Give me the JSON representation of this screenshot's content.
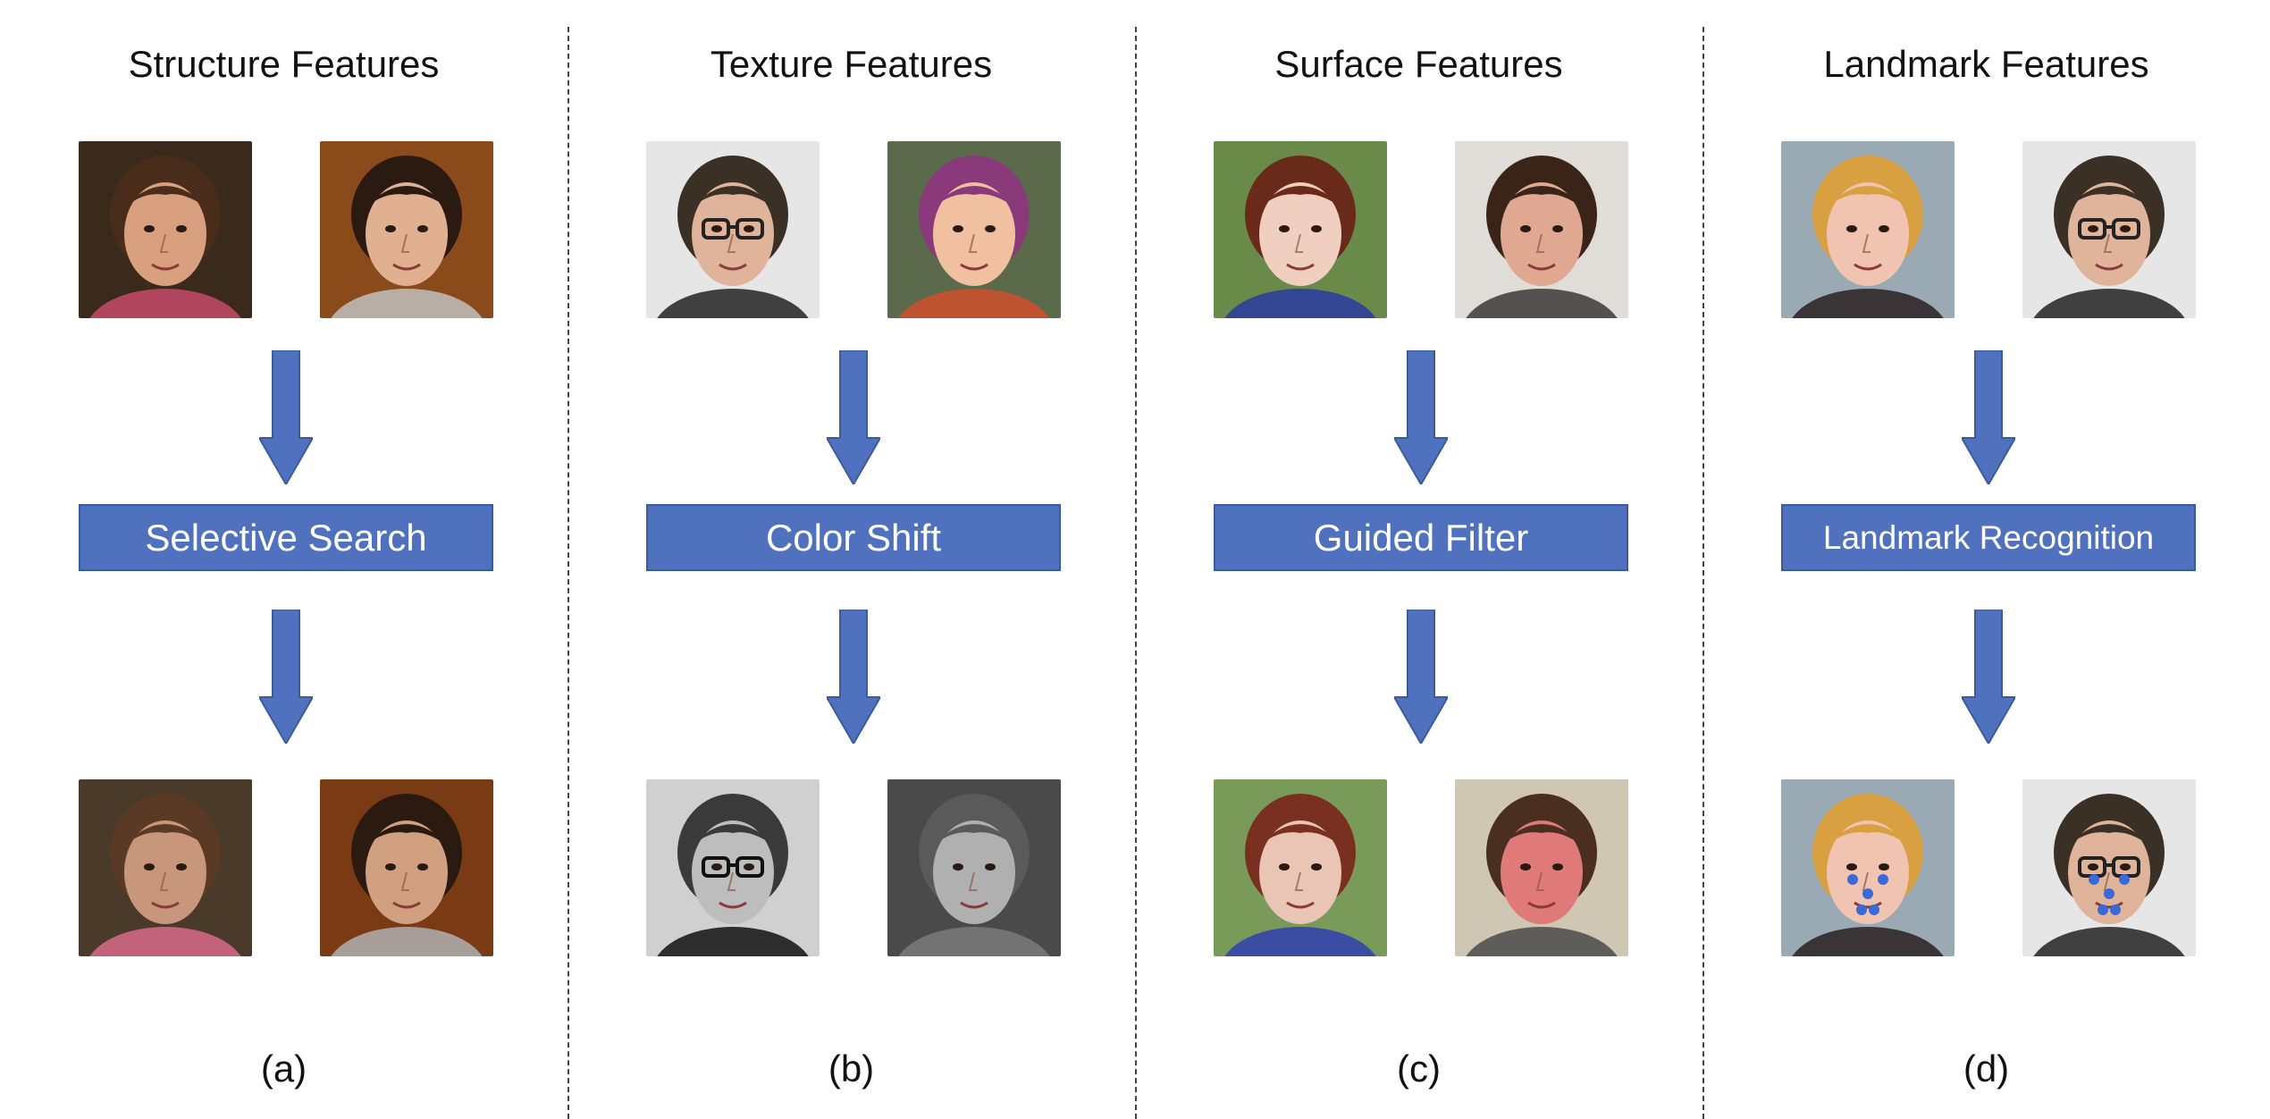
{
  "panels": [
    {
      "title": "Structure Features",
      "operation": "Selective Search",
      "caption": "(a)",
      "input_images": [
        {
          "icon": "girl-face-painting",
          "bg": "#3a2a1c",
          "skin": "#d9a07f",
          "hair": "#4a2c1a",
          "accent": "#c84a6a"
        },
        {
          "icon": "woman-face-painting",
          "bg": "#8a4a1a",
          "skin": "#e0b090",
          "hair": "#2a1a12",
          "accent": "#c0c0c0"
        }
      ],
      "output_images": [
        {
          "icon": "girl-face-segmented",
          "bg": "#4a3a2a",
          "skin": "#c8967a",
          "hair": "#5a3a24",
          "accent": "#d86a8a"
        },
        {
          "icon": "woman-face-segmented",
          "bg": "#7a3a14",
          "skin": "#d0a080",
          "hair": "#2a1a10",
          "accent": "#b0b0b0"
        }
      ]
    },
    {
      "title": "Texture Features",
      "operation": "Color Shift",
      "caption": "(b)",
      "input_images": [
        {
          "icon": "man-with-glasses-face",
          "bg": "#e6e6e6",
          "skin": "#e0b49a",
          "hair": "#3a3026",
          "accent": "#222222"
        },
        {
          "icon": "baby-with-beanie-face",
          "bg": "#5a6a4a",
          "skin": "#f0c0a0",
          "hair": "#8a3a7a",
          "accent": "#d0502a"
        }
      ],
      "output_images": [
        {
          "icon": "man-with-glasses-grayscale",
          "bg": "#d0d0d0",
          "skin": "#bdbdbd",
          "hair": "#3a3a3a",
          "accent": "#111111"
        },
        {
          "icon": "baby-with-beanie-grayscale",
          "bg": "#4a4a4a",
          "skin": "#b0b0b0",
          "hair": "#5a5a5a",
          "accent": "#7a7a7a"
        }
      ]
    },
    {
      "title": "Surface Features",
      "operation": "Guided Filter",
      "caption": "(c)",
      "input_images": [
        {
          "icon": "woman-with-red-hair-face",
          "bg": "#6a8a4a",
          "skin": "#f0cfc0",
          "hair": "#6a2a1a",
          "accent": "#2a3aa0"
        },
        {
          "icon": "smiling-man-face",
          "bg": "#e0dcd8",
          "skin": "#e0a890",
          "hair": "#3a2418",
          "accent": "#3a3a3a"
        }
      ],
      "output_images": [
        {
          "icon": "woman-with-red-hair-smoothed",
          "bg": "#7a9a5a",
          "skin": "#eac4b4",
          "hair": "#7a3020",
          "accent": "#3040b0"
        },
        {
          "icon": "smiling-man-smoothed",
          "bg": "#cfc6b4",
          "skin": "#e07a78",
          "hair": "#4a2e20",
          "accent": "#4a4a4a"
        }
      ]
    },
    {
      "title": "Landmark Features",
      "operation": "Landmark Recognition",
      "caption": "(d)",
      "input_images": [
        {
          "icon": "blonde-woman-face",
          "bg": "#9aaab4",
          "skin": "#f0c4b0",
          "hair": "#d8a040",
          "accent": "#2a2020"
        },
        {
          "icon": "man-with-glasses-face",
          "bg": "#e6e6e6",
          "skin": "#e0b49a",
          "hair": "#3a3026",
          "accent": "#222222"
        }
      ],
      "output_images": [
        {
          "icon": "blonde-woman-landmarks",
          "bg": "#9aaab4",
          "skin": "#f0c4b0",
          "hair": "#d8a040",
          "accent": "#2a2020",
          "landmark_color": "#3a6ad8"
        },
        {
          "icon": "man-with-glasses-landmarks",
          "bg": "#e6e6e6",
          "skin": "#e0b49a",
          "hair": "#3a3026",
          "accent": "#222222",
          "landmark_color": "#3a6ad8"
        }
      ]
    }
  ],
  "colors": {
    "operation_box": "#4f71be",
    "arrow": "#4f71be",
    "divider": "#444444"
  }
}
